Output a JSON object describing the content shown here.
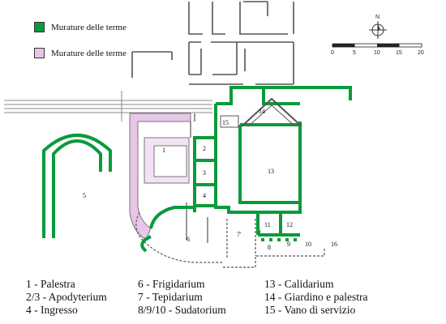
{
  "colors": {
    "green": "#0a9a3c",
    "pink": "#e8c6e8",
    "line": "#555555"
  },
  "legend": [
    {
      "label": "Murature delle terme",
      "color": "#0a9a3c"
    },
    {
      "label": "Murature delle terme",
      "color": "#e8c6e8"
    }
  ],
  "north_label": "N",
  "scale": {
    "ticks": [
      "0",
      "5",
      "10",
      "15",
      "20"
    ]
  },
  "rooms": [
    "1",
    "2",
    "3",
    "4",
    "5",
    "6",
    "7'",
    "8",
    "9",
    "10",
    "11",
    "12",
    "13",
    "14",
    "15",
    "16"
  ],
  "key_columns": [
    [
      "1 - Palestra",
      "2/3 - Apodyterium",
      "4 - Ingresso"
    ],
    [
      "6 - Frigidarium",
      "7 - Tepidarium",
      "8/9/10 - Sudatorium"
    ],
    [
      "13 - Calidarium",
      "14 - Giardino e palestra",
      "15 - Vano di servizio"
    ]
  ]
}
